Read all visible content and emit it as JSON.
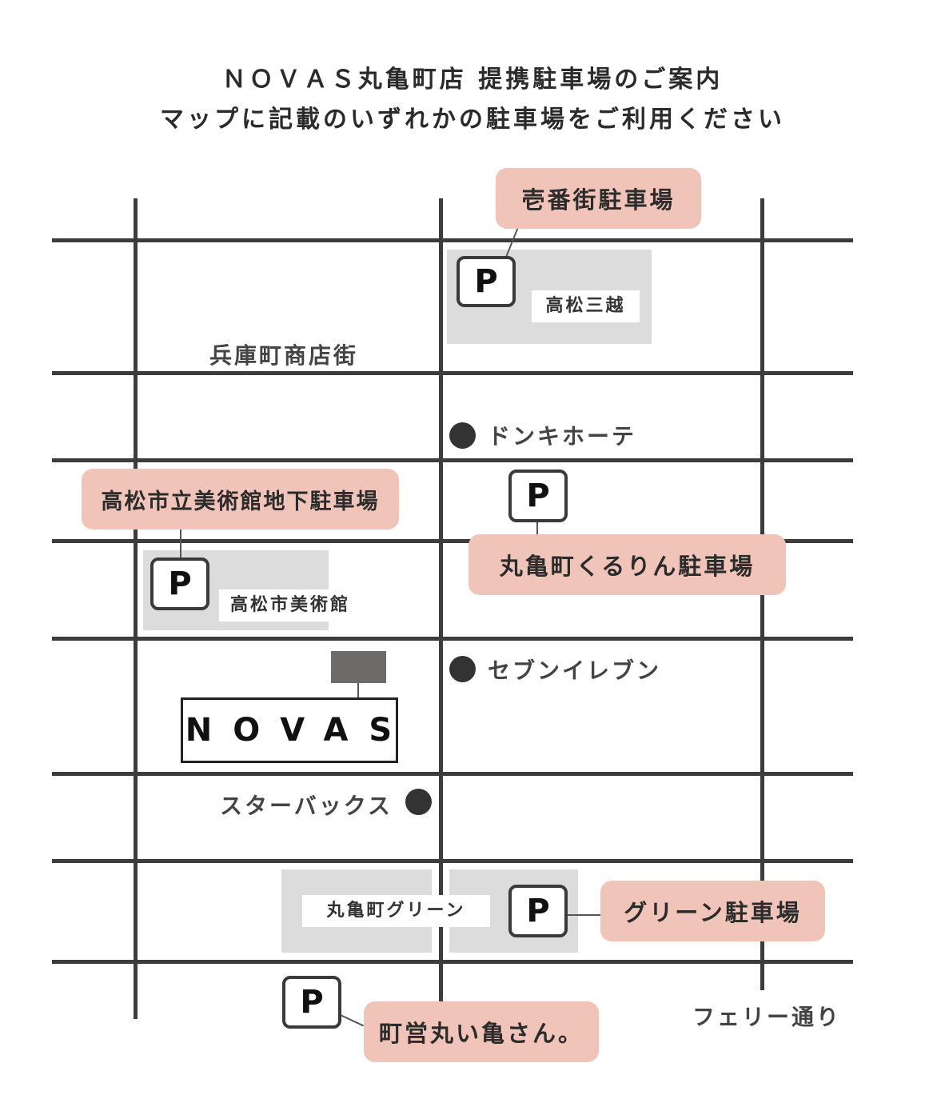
{
  "title": {
    "line1": "ＮＯＶＡＳ丸亀町店 提携駐車場のご案内",
    "line2": "マップに記載のいずれかの駐車場をご利用ください"
  },
  "map": {
    "street_labels": {
      "hyogo": "兵庫町商店街",
      "ferry": "フェリー通り"
    },
    "landmarks": {
      "donki": "ドンキホーテ",
      "seven": "セブンイレブン",
      "starbucks": "スターバックス"
    },
    "buildings": {
      "mitsukoshi": "高松三越",
      "museum": "高松市美術館",
      "green": "丸亀町グリーン"
    },
    "parking_symbol": "P",
    "parking": {
      "ichibangai": "壱番街駐車場",
      "museum_underground": "高松市立美術館地下駐車場",
      "kururin": "丸亀町くるりん駐車場",
      "green": "グリーン駐車場",
      "marui_kame": "町営丸い亀さん。"
    },
    "store": "NOVAS"
  }
}
